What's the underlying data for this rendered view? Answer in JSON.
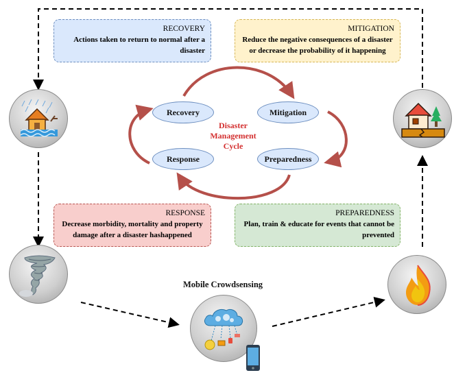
{
  "boxes": {
    "recovery": {
      "title": "RECOVERY",
      "text": "Actions taken to return to normal after a disaster"
    },
    "mitigation": {
      "title": "MITIGATION",
      "text": "Reduce the negative consequences of a disaster or decrease the probability of it happening"
    },
    "response": {
      "title": "RESPONSE",
      "text": "Decrease morbidity, mortality and property damage after a disaster hashappened"
    },
    "preparedness": {
      "title": "PREPAREDNESS",
      "text": "Plan, train & educate for events that cannot be prevented"
    }
  },
  "cycle": {
    "title_line1": "Disaster",
    "title_line2": "Management",
    "title_line3": "Cycle",
    "stages": [
      "Recovery",
      "Mitigation",
      "Preparedness",
      "Response"
    ]
  },
  "crowdsensing": {
    "title": "Mobile Crowdsensing"
  },
  "icons": {
    "flood": "flooded-house-icon",
    "earthquake": "earthquake-house-icon",
    "tornado": "tornado-icon",
    "fire": "fire-icon",
    "cloud": "cloud-network-icon",
    "phone": "smartphone-icon"
  },
  "colors": {
    "cycle_arrow": "#b5504a",
    "cycle_title": "#d32f2f",
    "recovery_fill": "#dae8fc",
    "mitigation_fill": "#fff2cc",
    "response_fill": "#f8cecc",
    "preparedness_fill": "#d5e8d4"
  }
}
